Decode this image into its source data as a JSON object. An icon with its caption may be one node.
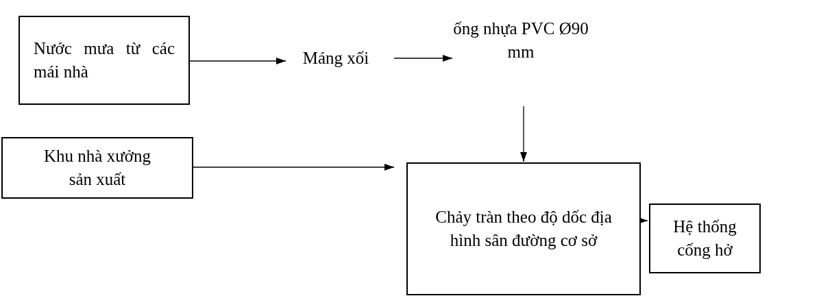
{
  "diagram": {
    "nodes": [
      {
        "text": [
          "Nước mưa từ các mái nhà"
        ]
      },
      {
        "text": [
          "Máng xối"
        ]
      },
      {
        "text": [
          "ống nhựa PVC Ø90 mm"
        ]
      },
      {
        "text": [
          "Khu nhà xưởng sản xuất"
        ]
      },
      {
        "text": [
          "Chảy tràn theo độ dốc địa hình sân đường cơ sở"
        ]
      },
      {
        "text": [
          "Hệ thống cống hở"
        ]
      }
    ],
    "edges": [
      {
        "from": 0,
        "to": 1,
        "arrow": "to"
      },
      {
        "from": 1,
        "to": 2,
        "arrow": "to"
      },
      {
        "from": 2,
        "to": 4,
        "arrow": "to"
      },
      {
        "from": 3,
        "to": 4,
        "arrow": "to"
      },
      {
        "from": 4,
        "to": 5,
        "arrow": "to"
      }
    ]
  }
}
